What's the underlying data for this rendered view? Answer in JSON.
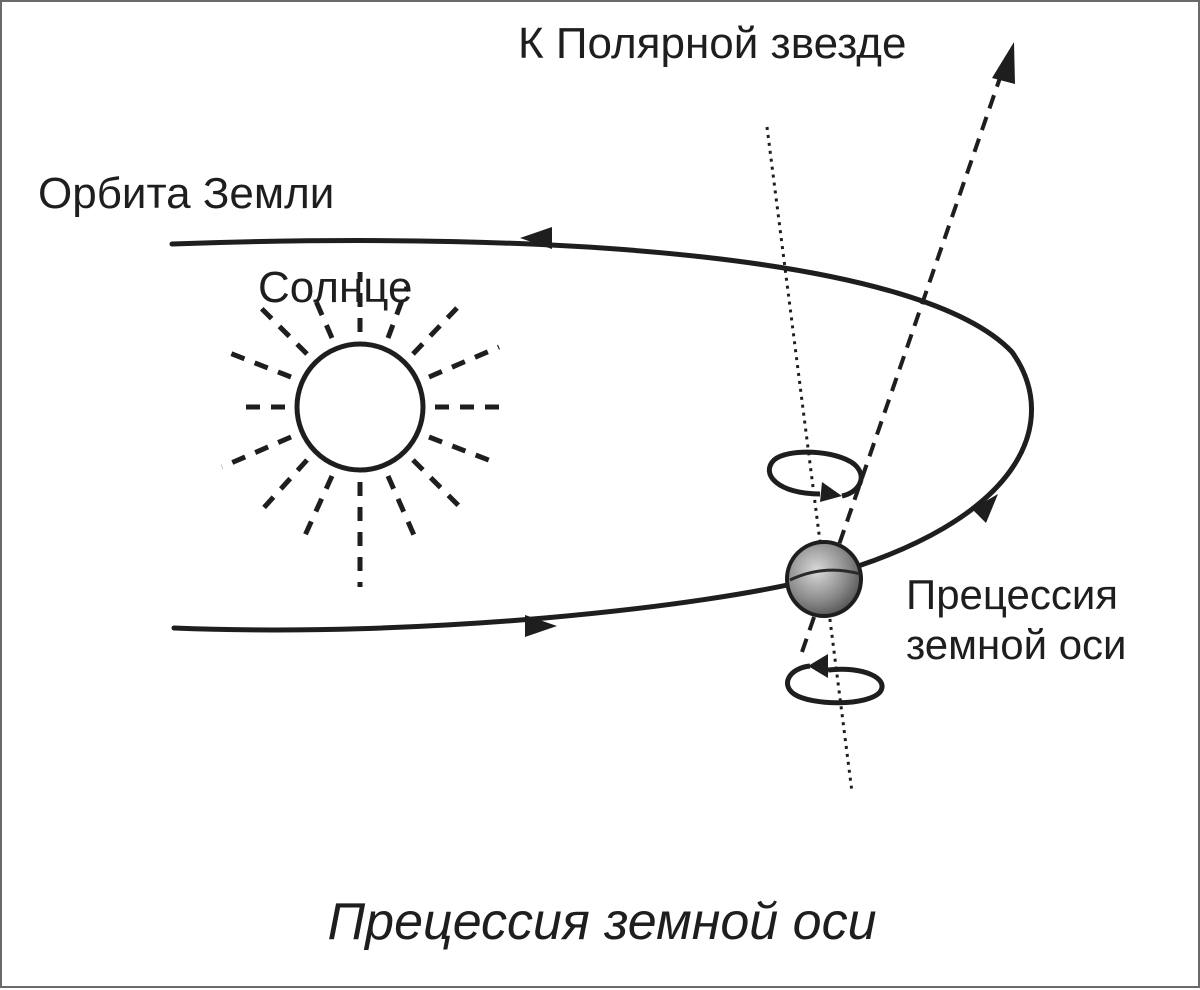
{
  "labels": {
    "to_polaris": "К Полярной звезде",
    "earth_orbit": "Орбита Земли",
    "sun": "Солнце",
    "precession_line1": "Прецессия",
    "precession_line2": "земной оси"
  },
  "caption": "Прецессия земной оси",
  "colors": {
    "ink": "#1e1e1e",
    "background": "#ffffff",
    "frame": "#6a6a6a",
    "earth_fill": "#8a8a8a"
  }
}
